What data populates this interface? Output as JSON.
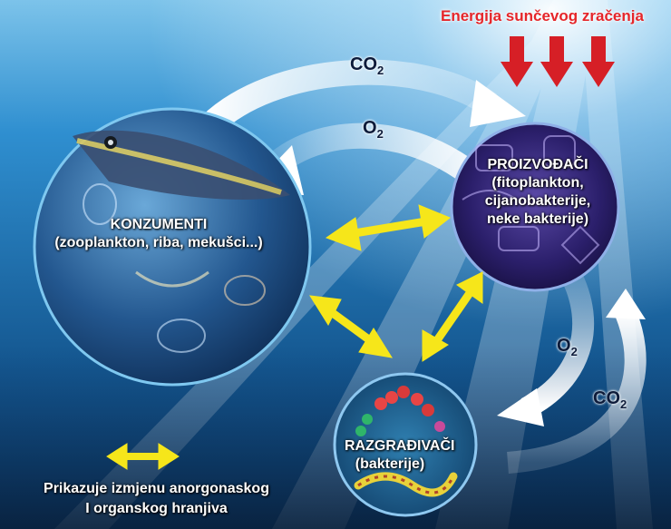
{
  "title": "Energija sunčevog zračenja",
  "cycle_labels": {
    "co2_top": "CO",
    "co2_top_sub": "2",
    "o2_top": "O",
    "o2_top_sub": "2",
    "o2_right": "O",
    "o2_right_sub": "2",
    "co2_right": "CO",
    "co2_right_sub": "2"
  },
  "nodes": {
    "konzumenti": {
      "name": "KONZUMENTI",
      "desc": "(zooplankton, riba, mekušci...)"
    },
    "proizvodaci": {
      "name": "PROIZVOĐAČI",
      "desc_1": "(fitoplankton,",
      "desc_2": "cijanobakterije,",
      "desc_3": "neke bakterije)"
    },
    "razgradivaci": {
      "name": "RAZGRAĐIVAČI",
      "desc": "(bakterije)"
    }
  },
  "legend": {
    "line_1": "Prikazuje izmjenu anorgonaskog",
    "line_2": "I organskog hranjiva"
  },
  "colors": {
    "sea_top": "#2f8fd0",
    "sea_bottom": "#0c3a6a",
    "exchange_arrow": "#f6e61a",
    "sun_arrow": "#d61f26",
    "cycle_arrow": "#ffffff",
    "title_text": "#e5262a"
  }
}
